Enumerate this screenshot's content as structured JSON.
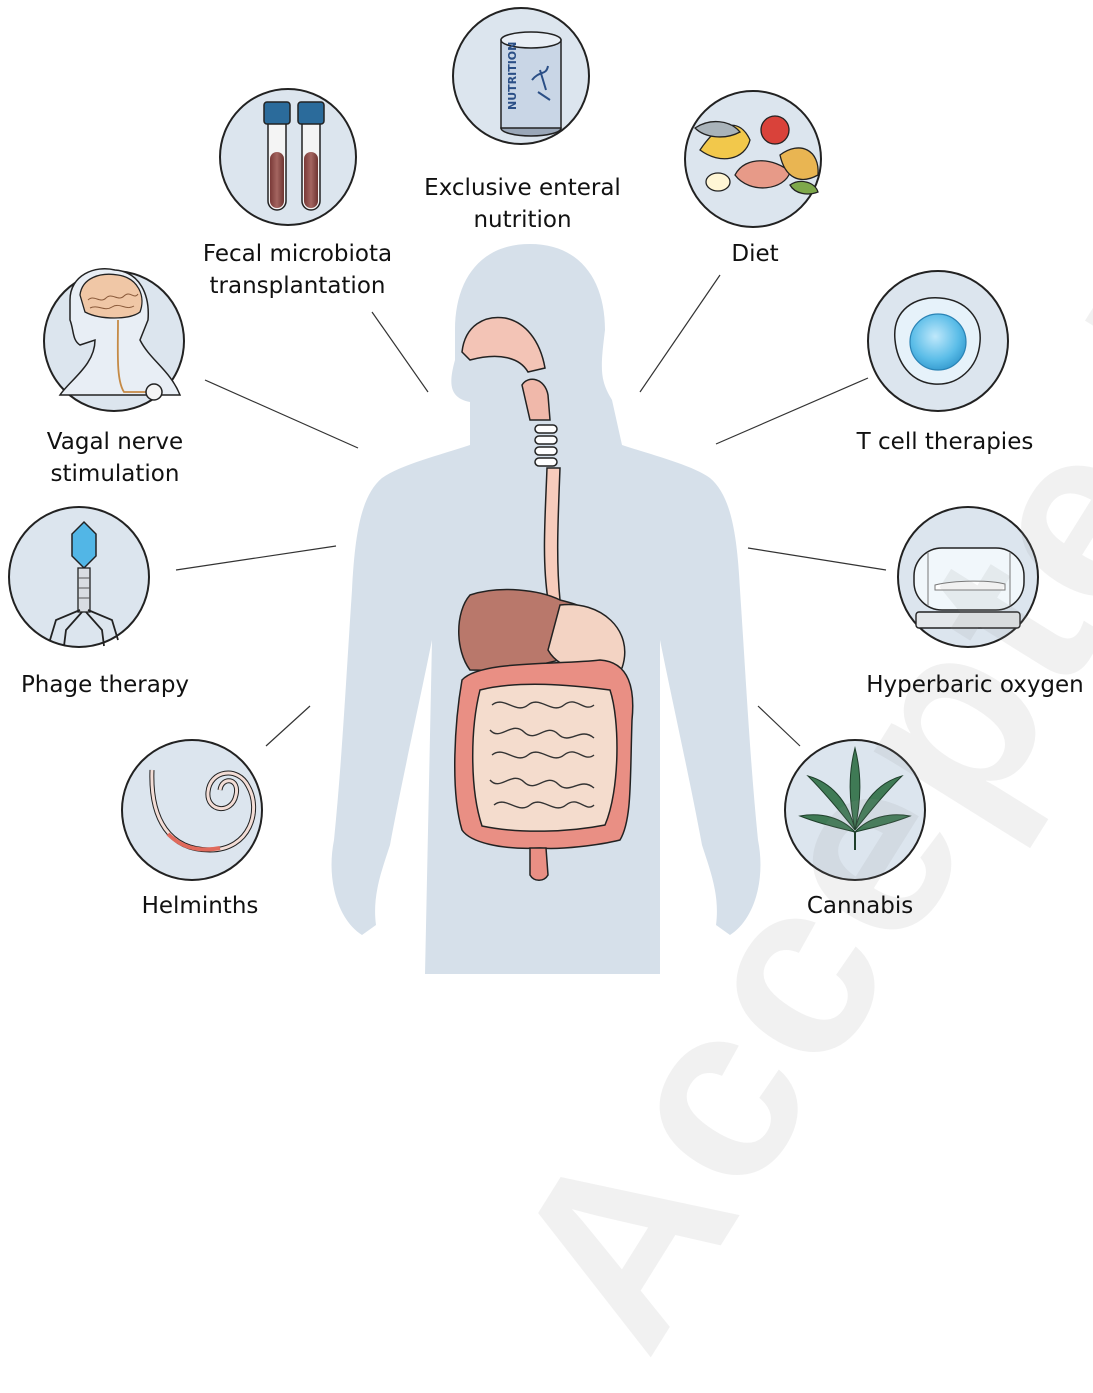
{
  "watermark": "Accepted Article",
  "therapies": [
    {
      "id": "fmt",
      "label": "Fecal microbiota\ntransplantation",
      "icon": "test-tubes-icon"
    },
    {
      "id": "een",
      "label": "Exclusive enteral\nnutrition",
      "icon": "nutrition-can-icon",
      "can_text": "NUTRITION"
    },
    {
      "id": "diet",
      "label": "Diet",
      "icon": "food-icon"
    },
    {
      "id": "vns",
      "label": "Vagal nerve\nstimulation",
      "icon": "brain-stimulator-icon"
    },
    {
      "id": "tcell",
      "label": "T cell therapies",
      "icon": "t-cell-icon"
    },
    {
      "id": "phage",
      "label": "Phage therapy",
      "icon": "bacteriophage-icon"
    },
    {
      "id": "hbo",
      "label": "Hyperbaric oxygen",
      "icon": "hyperbaric-chamber-icon"
    },
    {
      "id": "helm",
      "label": "Helminths",
      "icon": "helminth-worm-icon"
    },
    {
      "id": "cannabis",
      "label": "Cannabis",
      "icon": "cannabis-leaf-icon"
    }
  ],
  "colors": {
    "body": "#d6e0ea",
    "circle_fill": "#dce5ee",
    "liver": "#b9786b",
    "stomach": "#f3d3c3",
    "intestine": "#f4dccd",
    "colon": "#e98f84",
    "esophagus": "#f7ccbc",
    "tcell": "#5bbde8",
    "leaf": "#3f7a55"
  }
}
